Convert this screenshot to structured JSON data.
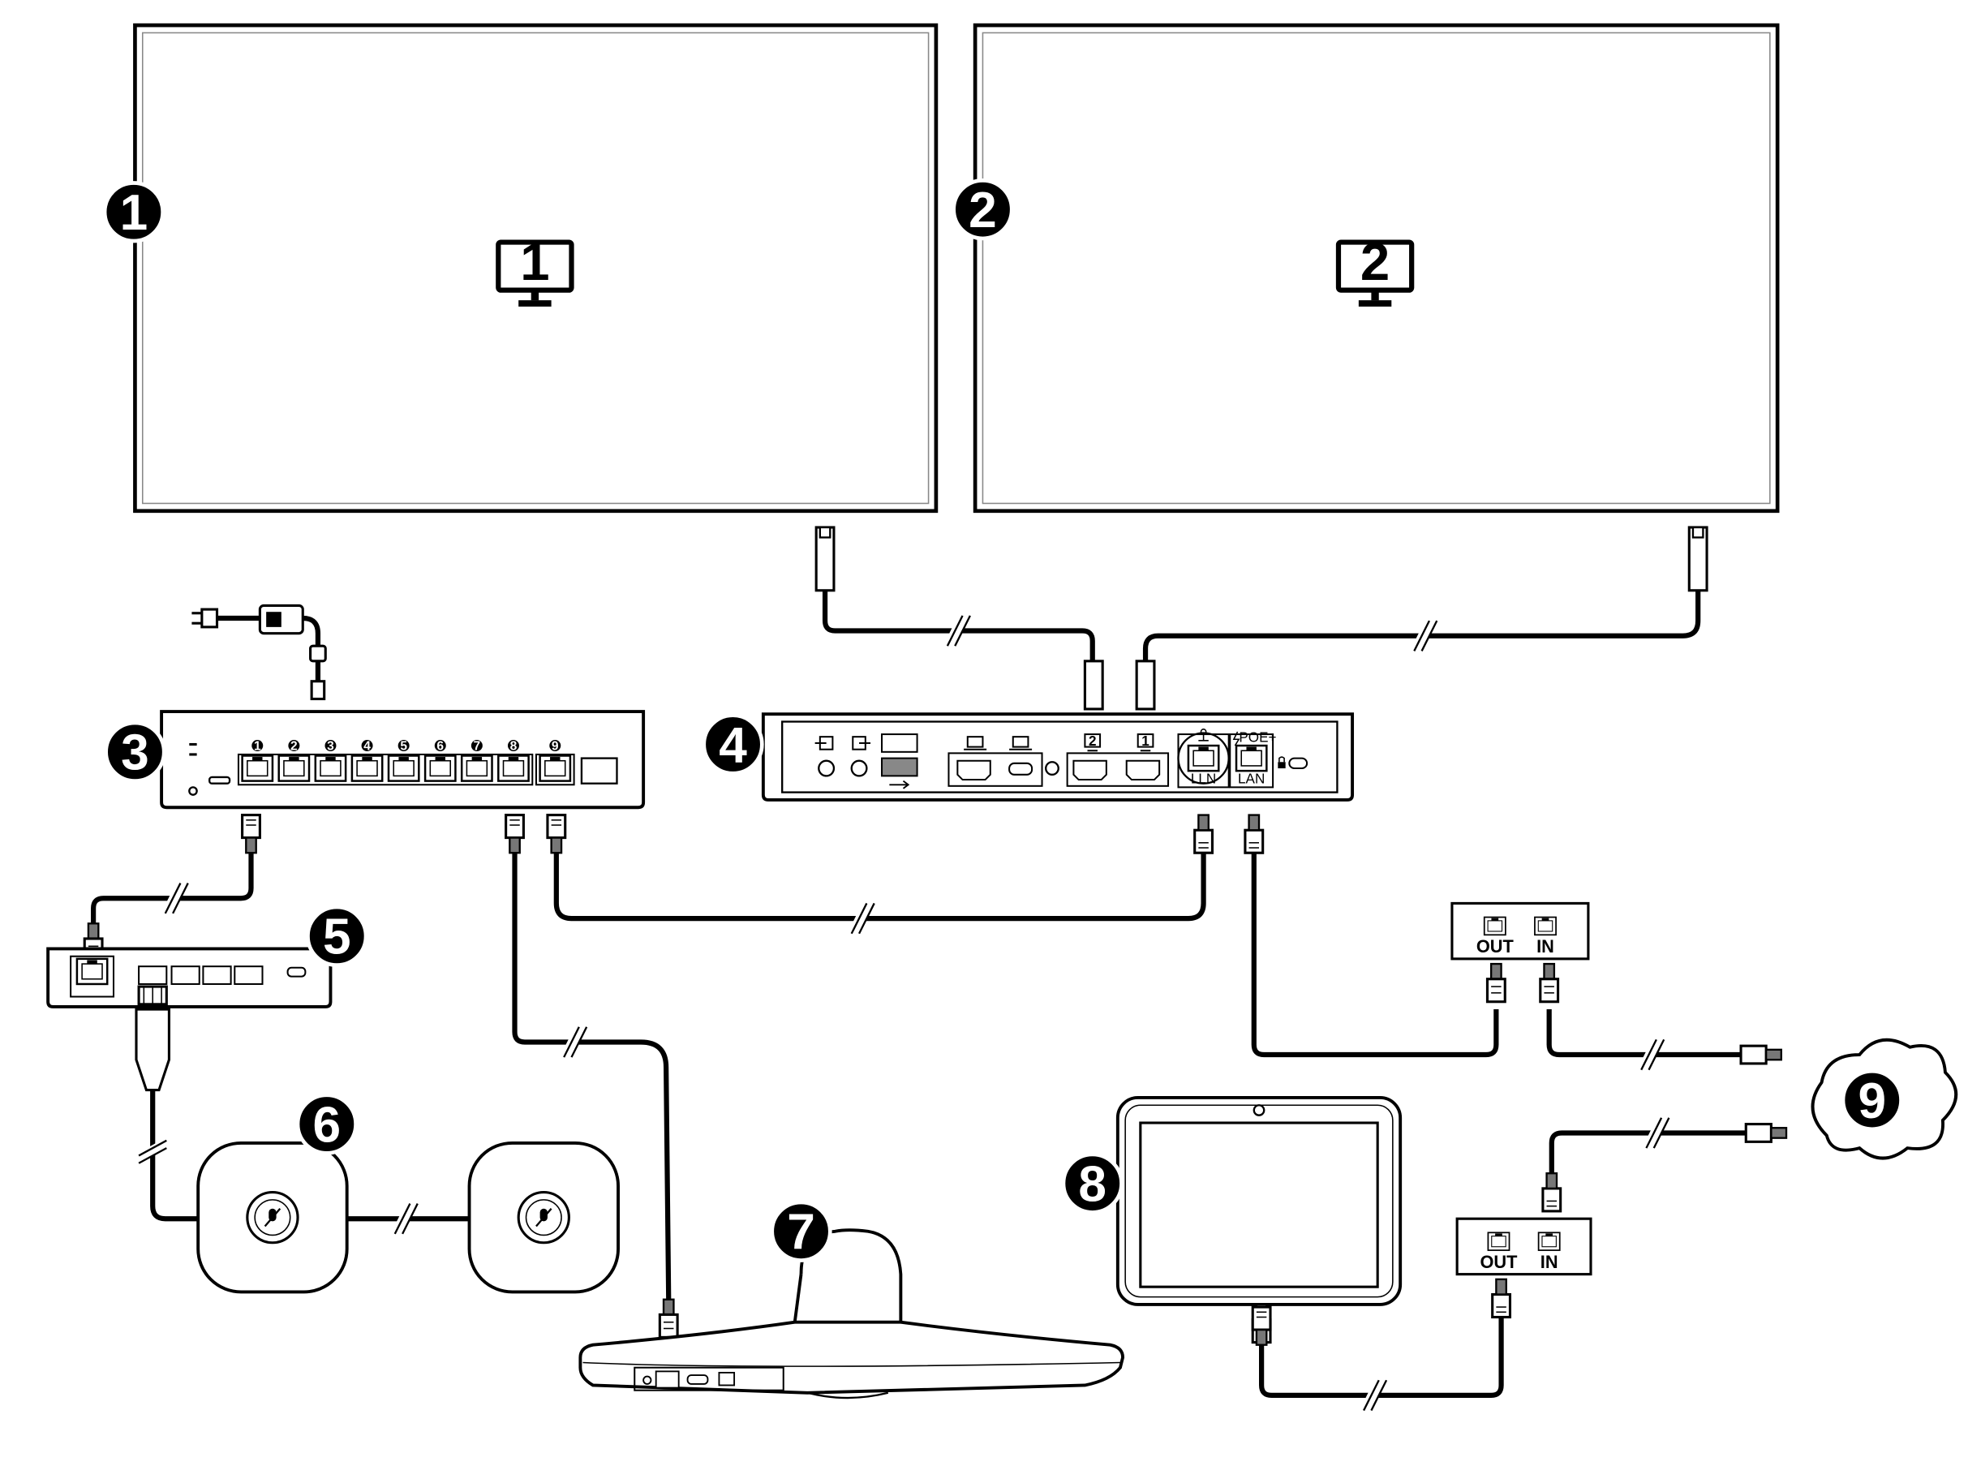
{
  "callouts": [
    "1",
    "2",
    "3",
    "4",
    "5",
    "6",
    "7",
    "8",
    "9"
  ],
  "displays": [
    {
      "icon": "monitor-icon",
      "number": "1"
    },
    {
      "icon": "monitor-icon",
      "number": "2"
    }
  ],
  "codec": {
    "hdmi_out_labels": [
      "2",
      "1"
    ],
    "lln_label": "LLN",
    "lan_label": "LAN",
    "poe_label": "POE+"
  },
  "injectors": [
    {
      "out_label": "OUT",
      "in_label": "IN"
    },
    {
      "out_label": "OUT",
      "in_label": "IN"
    }
  ],
  "switch": {
    "port_numbers": [
      "1",
      "2",
      "3",
      "4",
      "5",
      "6",
      "7",
      "8",
      "9"
    ]
  }
}
